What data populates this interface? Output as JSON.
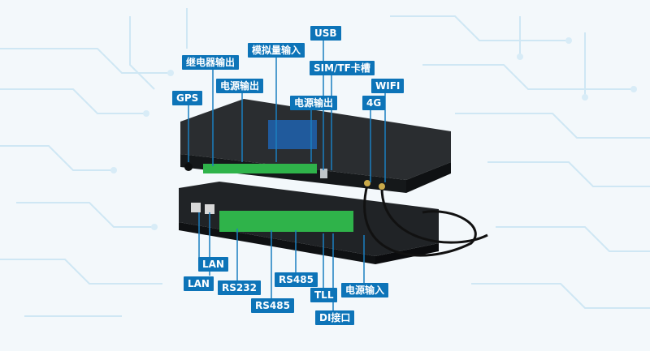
{
  "labels": {
    "usb": "USB",
    "analog_input": "模拟量输入",
    "relay_output": "继电器输出",
    "sim_tf": "SIM/TF卡槽",
    "power_output_1": "电源输出",
    "wifi": "WIFI",
    "gps": "GPS",
    "power_output_2": "电源输出",
    "g4": "4G",
    "lan_1": "LAN",
    "lan_2": "LAN",
    "rs485_1": "RS485",
    "rs232": "RS232",
    "rs485_2": "RS485",
    "ttl": "TLL",
    "power_input": "电源输入",
    "di": "DI接口"
  },
  "colors": {
    "label_bg": "#0d74b8",
    "leader_line": "#1a7fc0",
    "device_body": "#1c1f22",
    "terminal_green": "#2fb34a",
    "circuit_pattern": "#c9e4f3"
  }
}
